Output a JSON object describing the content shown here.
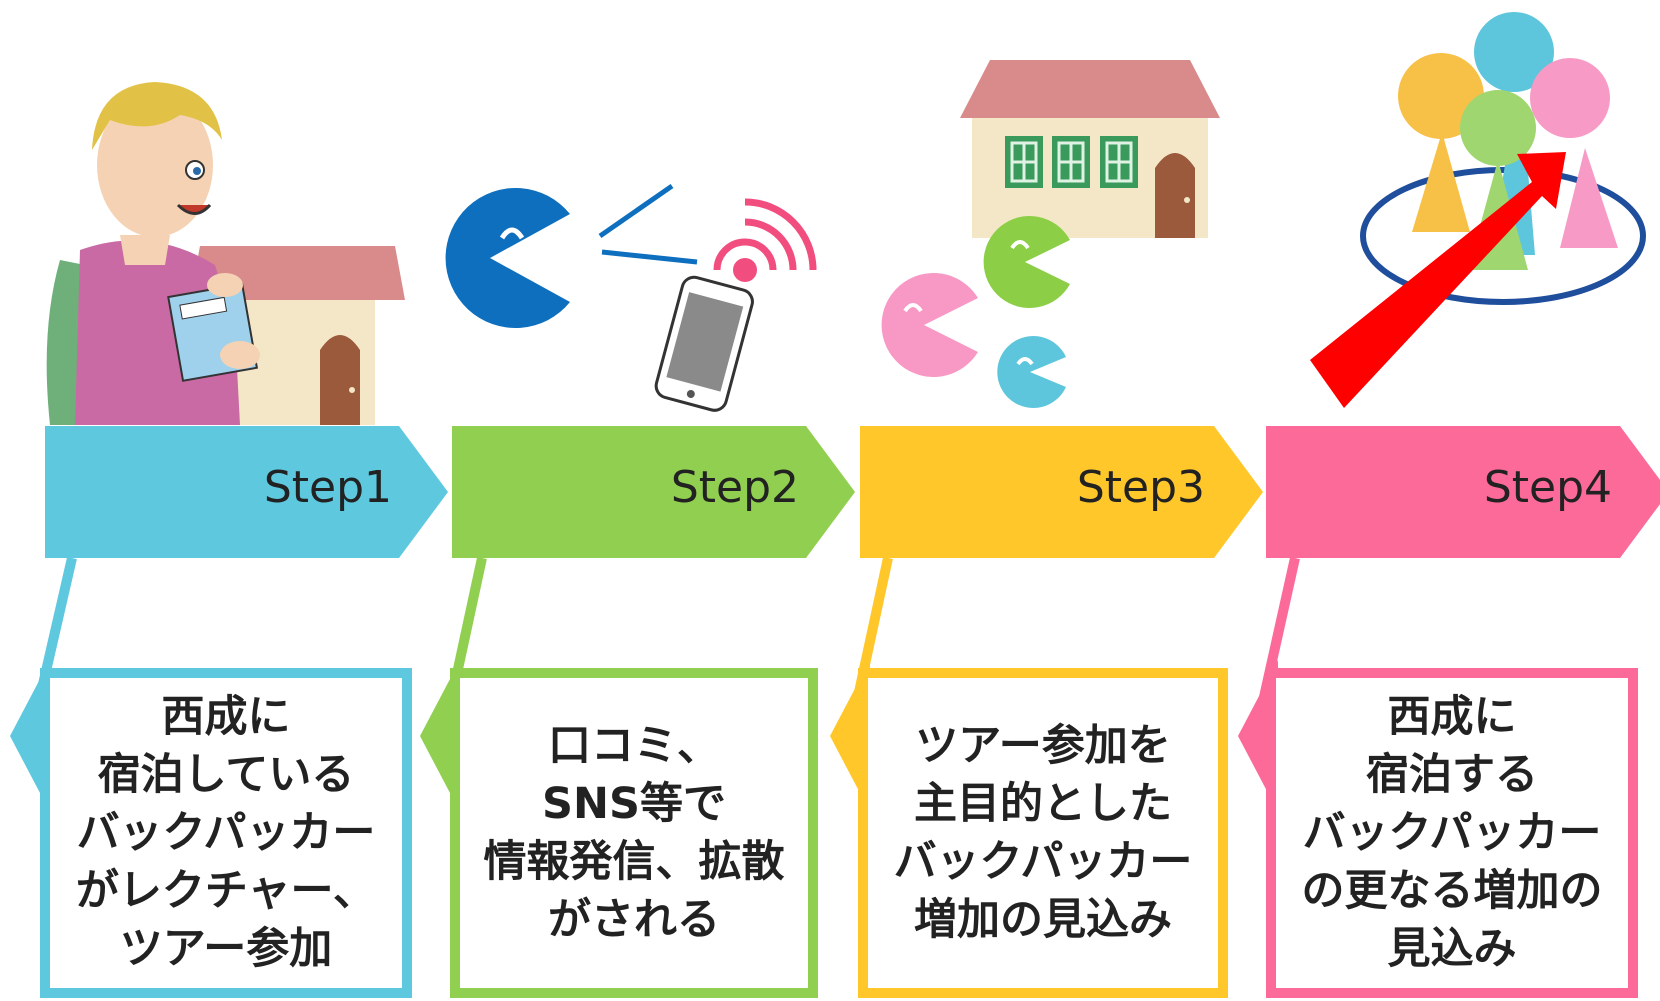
{
  "colors": {
    "step1": "#5dc8de",
    "step2": "#91cf50",
    "step3": "#ffc72a",
    "step4": "#fc6a99"
  },
  "steps": [
    {
      "label": "Step1",
      "desc": [
        "西成に",
        "宿泊している",
        "バックパッカー",
        "がレクチャー、",
        "ツアー参加"
      ]
    },
    {
      "label": "Step2",
      "desc": [
        "口コミ、",
        "SNS等で",
        "情報発信、拡散",
        "がされる"
      ]
    },
    {
      "label": "Step3",
      "desc": [
        "ツアー参加を",
        "主目的とした",
        "バックパッカー",
        "増加の見込み"
      ]
    },
    {
      "label": "Step4",
      "desc": [
        "西成に",
        "宿泊する",
        "バックパッカー",
        "の更なる増加の",
        "見込み"
      ]
    }
  ],
  "icons": [
    "traveler-with-guidebook-icon",
    "house-icon",
    "pacman-speaker-icon",
    "smartphone-icon",
    "wifi-signal-icon",
    "guesthouse-icon",
    "pacman-group-icon",
    "people-group-icon",
    "growth-arrow-icon"
  ]
}
